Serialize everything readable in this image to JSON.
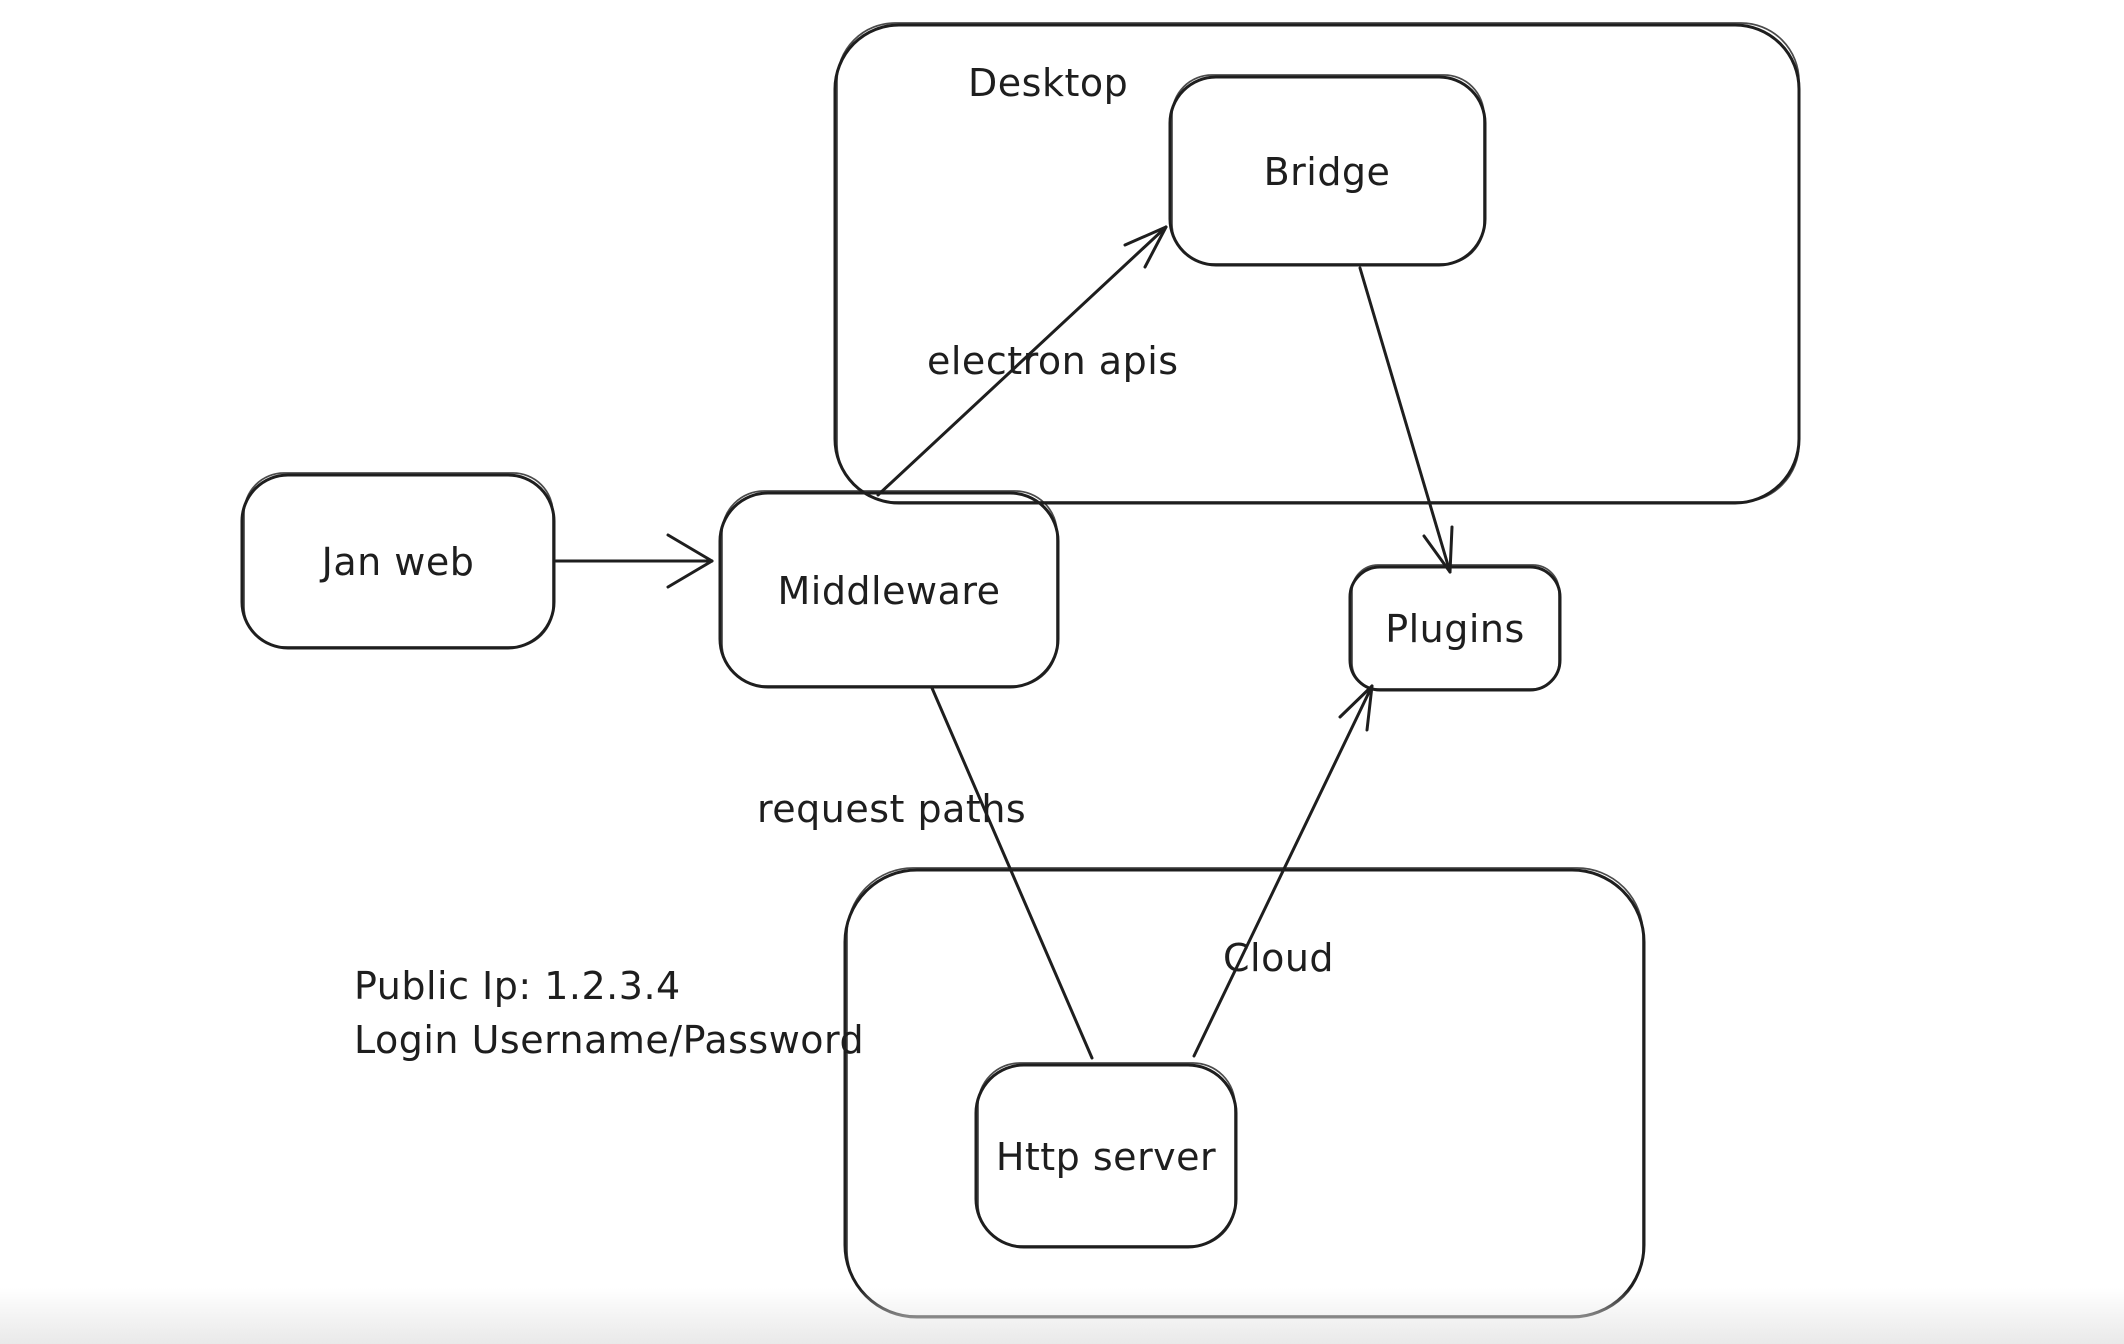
{
  "canvas": {
    "background": "#ffffff",
    "ink": "#1e1e1e",
    "bottom_fade": "#e9e9e9"
  },
  "containers": {
    "desktop": {
      "label": "Desktop"
    },
    "cloud": {
      "label": "Cloud"
    }
  },
  "nodes": {
    "jan_web": {
      "label": "Jan web"
    },
    "middleware": {
      "label": "Middleware"
    },
    "bridge": {
      "label": "Bridge"
    },
    "plugins": {
      "label": "Plugins"
    },
    "http_server": {
      "label": "Http server"
    }
  },
  "edges": {
    "jan_web_to_middleware": {
      "label": ""
    },
    "middleware_to_bridge": {
      "label": "electron apis"
    },
    "bridge_to_plugins": {
      "label": ""
    },
    "http_server_to_plugins": {
      "label": ""
    },
    "middleware_to_http_server": {
      "label": "request paths"
    }
  },
  "annotations": {
    "public_ip": "Public Ip: 1.2.3.4",
    "login": "Login Username/Password"
  }
}
